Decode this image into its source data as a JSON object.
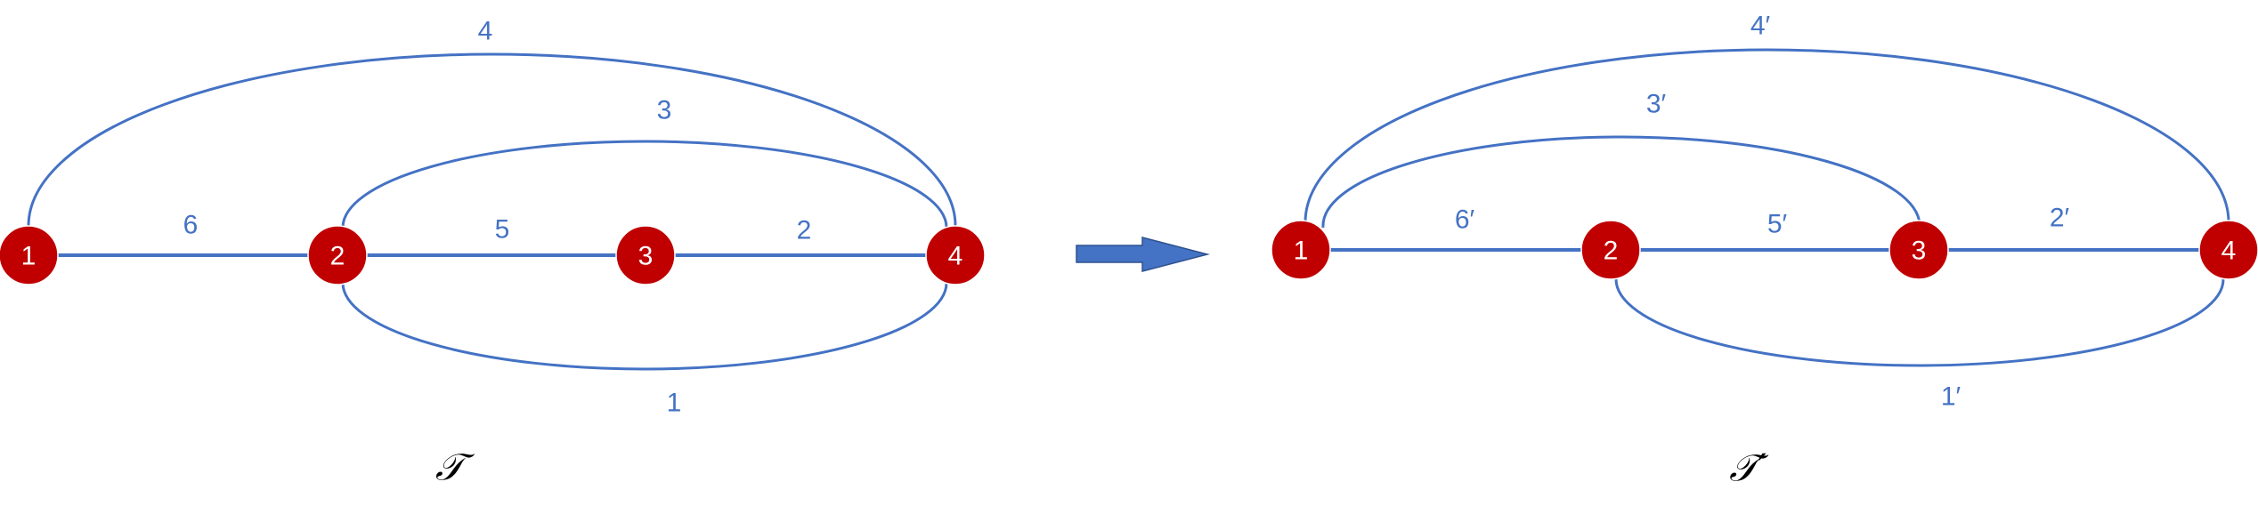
{
  "colors": {
    "edge": "#4472C4",
    "node": "#C00000",
    "node_text": "#FFFFFF",
    "arrow": "#4472C4"
  },
  "left_graph": {
    "title": "𝒯",
    "nodes": [
      "1",
      "2",
      "3",
      "4"
    ],
    "edges": [
      {
        "label": "6",
        "from": "1",
        "to": "2",
        "shape": "straight"
      },
      {
        "label": "5",
        "from": "2",
        "to": "3",
        "shape": "straight"
      },
      {
        "label": "2",
        "from": "3",
        "to": "4",
        "shape": "straight"
      },
      {
        "label": "4",
        "from": "1",
        "to": "4",
        "shape": "arc-above"
      },
      {
        "label": "3",
        "from": "2",
        "to": "4",
        "shape": "arc-above"
      },
      {
        "label": "1",
        "from": "2",
        "to": "4",
        "shape": "arc-below"
      }
    ]
  },
  "arrow": {
    "icon": "right-arrow-icon"
  },
  "right_graph": {
    "title": "𝒯′",
    "nodes": [
      "1",
      "2",
      "3",
      "4"
    ],
    "edges": [
      {
        "label": "6′",
        "from": "1",
        "to": "2",
        "shape": "straight"
      },
      {
        "label": "5′",
        "from": "2",
        "to": "3",
        "shape": "straight"
      },
      {
        "label": "2′",
        "from": "3",
        "to": "4",
        "shape": "straight"
      },
      {
        "label": "4′",
        "from": "1",
        "to": "4",
        "shape": "arc-above"
      },
      {
        "label": "3′",
        "from": "1",
        "to": "3",
        "shape": "arc-above"
      },
      {
        "label": "1′",
        "from": "2",
        "to": "4",
        "shape": "arc-below"
      }
    ]
  }
}
